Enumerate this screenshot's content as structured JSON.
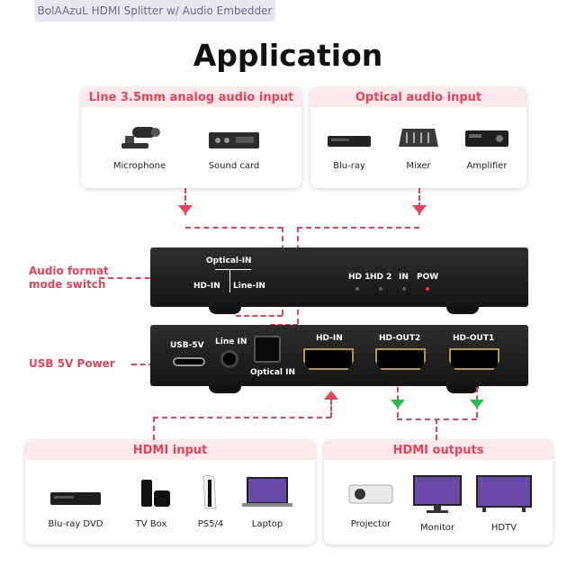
{
  "banner": "BolAAzuL HDMI Splitter w/ Audio Embedder",
  "title": "Application",
  "cards": {
    "line_audio": {
      "header": "Line 3.5mm analog audio input",
      "items": [
        "Microphone",
        "Sound card"
      ]
    },
    "optical_audio": {
      "header": "Optical audio input",
      "items": [
        "Blu-ray",
        "Mixer",
        "Amplifier"
      ]
    },
    "hdmi_input": {
      "header": "HDMI input",
      "items": [
        "Blu-ray DVD",
        "TV Box",
        "PS5/4",
        "Laptop"
      ]
    },
    "hdmi_outputs": {
      "header": "HDMI outputs",
      "items": [
        "Projector",
        "Monitor",
        "HDTV"
      ]
    }
  },
  "side_labels": {
    "audio_mode": "Audio format\nmode switch",
    "usb_power": "USB 5V Power"
  },
  "front_panel": {
    "switch_top": "Optical-IN",
    "switch_left": "HD-IN",
    "switch_right": "Line-IN",
    "leds": [
      "HD 1",
      "HD 2",
      "IN",
      "POW"
    ]
  },
  "back_panel": {
    "usb": "USB-5V",
    "line_in": "Line IN",
    "optical_in": "Optical IN",
    "hdmi_ports": [
      "HD-IN",
      "HD-OUT2",
      "HD-OUT1"
    ]
  },
  "colors": {
    "accent": "#e8415a",
    "output_arrow": "#22c04a",
    "header_bg": "#fde9ec"
  }
}
